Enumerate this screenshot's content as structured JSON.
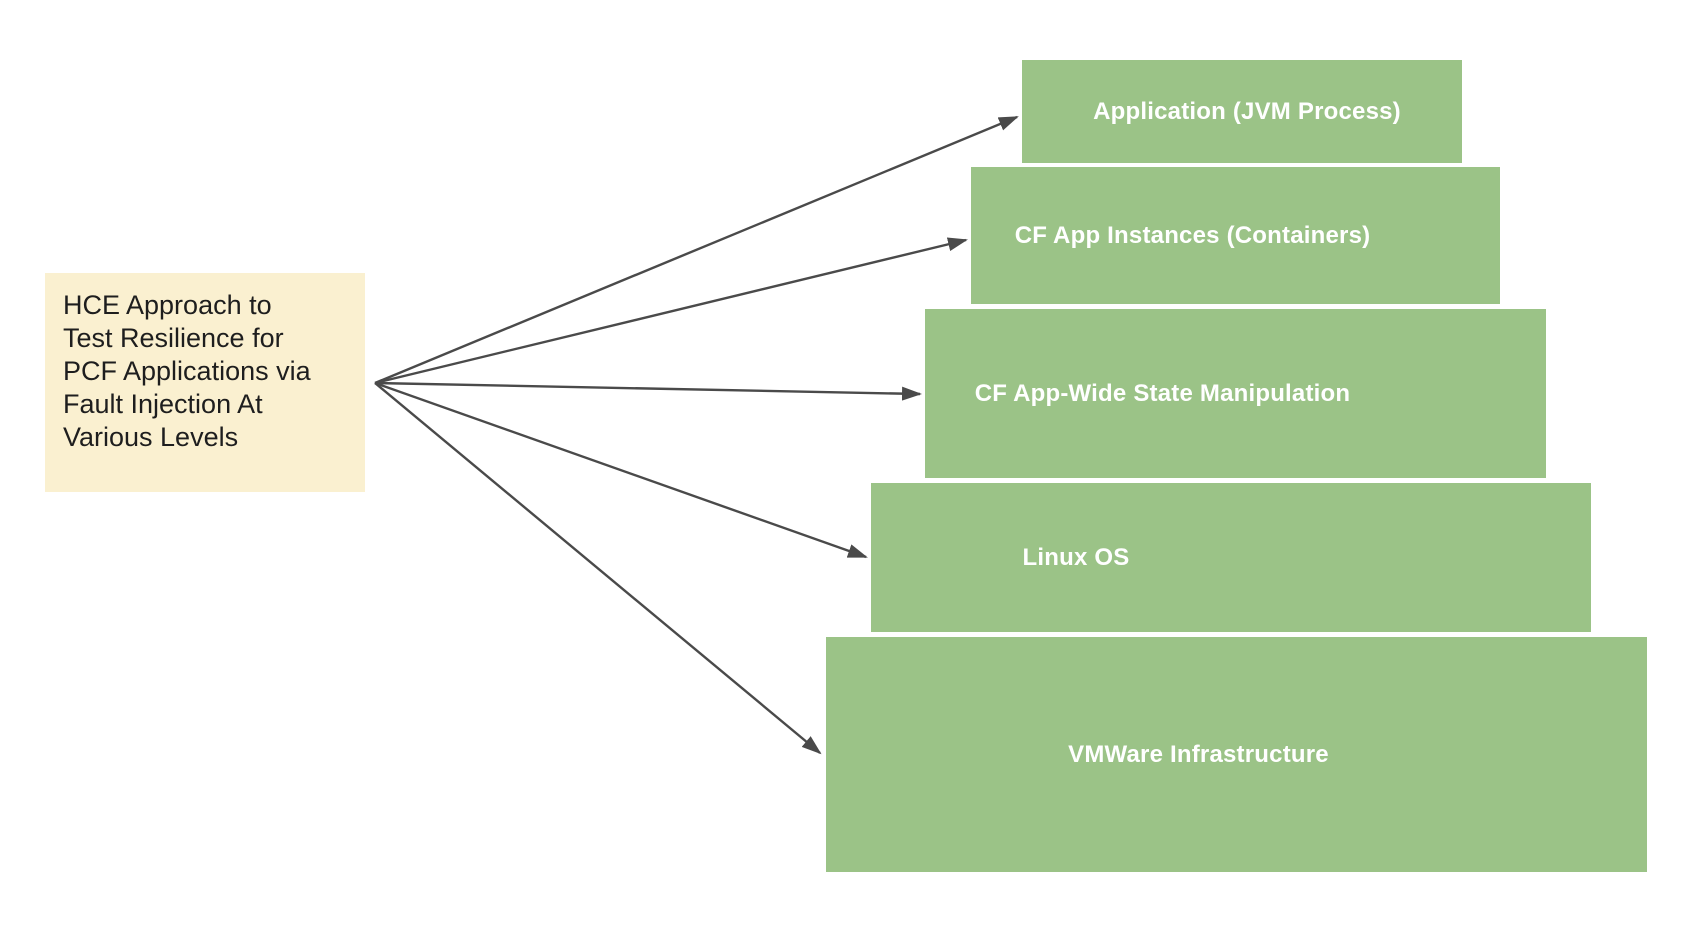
{
  "diagram": {
    "note": {
      "lines": [
        "HCE Approach to",
        "Test Resilience for",
        "PCF Applications via",
        "Fault Injection At",
        "Various Levels"
      ]
    },
    "levels": [
      {
        "label": "Application (JVM Process)"
      },
      {
        "label": "CF App Instances (Containers)"
      },
      {
        "label": "CF App-Wide State Manipulation"
      },
      {
        "label": "Linux OS"
      },
      {
        "label": "VMWare Infrastructure"
      }
    ],
    "colors": {
      "level_box_green": "#9BC387",
      "note_box_cream": "#FAF0D0",
      "arrow_gray": "#4A4A4A",
      "level_text": "#FFFFFF",
      "note_text": "#1E1E1E",
      "background": "#FFFFFF"
    }
  }
}
